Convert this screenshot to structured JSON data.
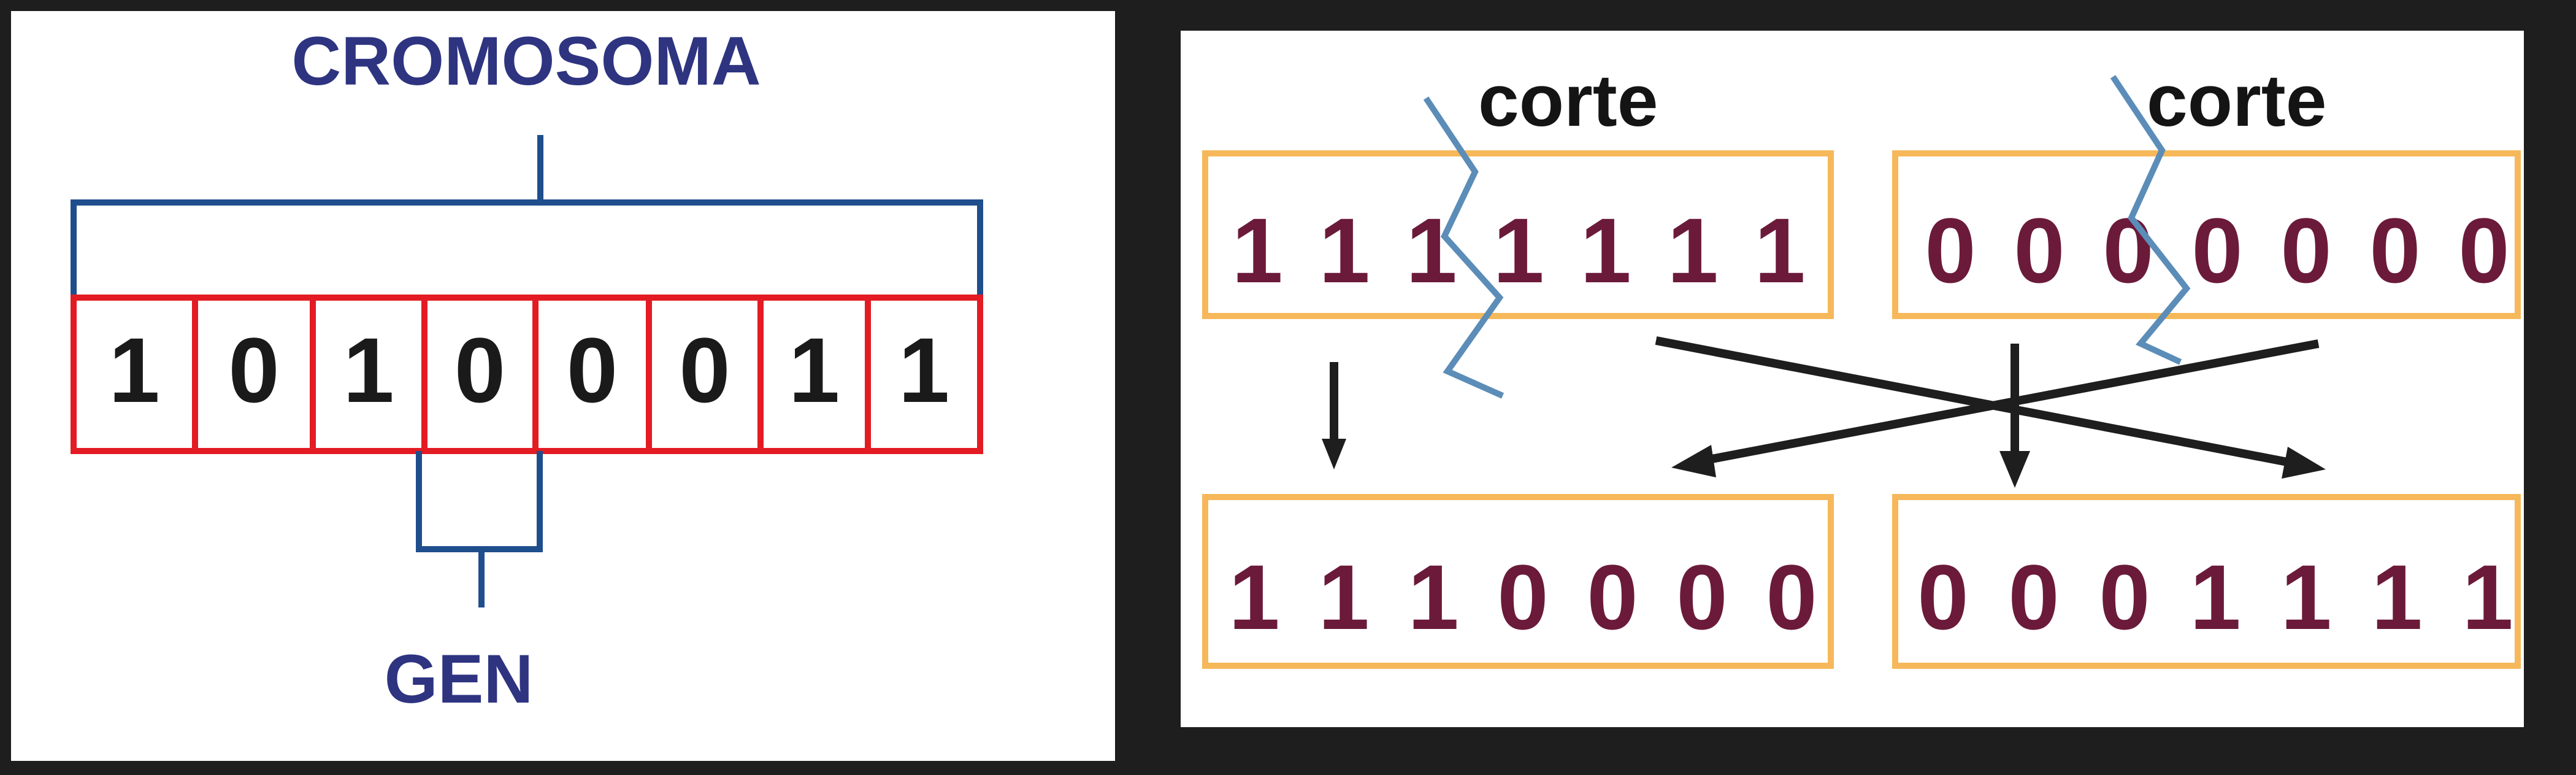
{
  "left_panel": {
    "top_label": "CROMOSOMA",
    "bottom_label": "GEN",
    "bits": [
      "1",
      "0",
      "1",
      "0",
      "0",
      "0",
      "1",
      "1"
    ],
    "gene_index": 3
  },
  "right_panel": {
    "cut_label_1": "corte",
    "cut_label_2": "corte",
    "parent_1": [
      "1",
      "1",
      "1",
      "1",
      "1",
      "1",
      "1"
    ],
    "parent_2": [
      "0",
      "0",
      "0",
      "0",
      "0",
      "0",
      "0"
    ],
    "child_1": [
      "1",
      "1",
      "1",
      "0",
      "0",
      "0",
      "0"
    ],
    "child_2": [
      "0",
      "0",
      "0",
      "1",
      "1",
      "1",
      "1"
    ],
    "cut_after": 3
  },
  "colors": {
    "label_blue": "#2e3480",
    "bracket_blue": "#1f4e8c",
    "cell_red": "#e31b23",
    "box_orange": "#f6b85a",
    "bit_dark": "#1a1a1a",
    "bit_wine": "#6b1a3a",
    "cut_line": "#5b8db8",
    "arrow": "#1e1e1e",
    "frame": "#1e1e1e"
  }
}
